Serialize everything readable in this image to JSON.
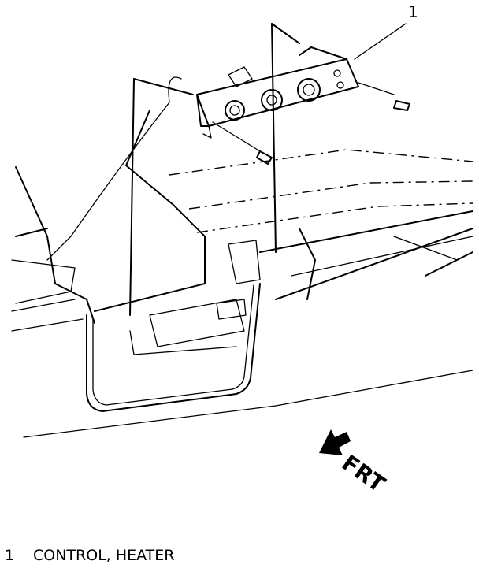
{
  "callout": {
    "number": "1"
  },
  "direction": {
    "label": "FRT"
  },
  "legend": [
    {
      "number": "1",
      "text": "CONTROL, HEATER"
    }
  ]
}
